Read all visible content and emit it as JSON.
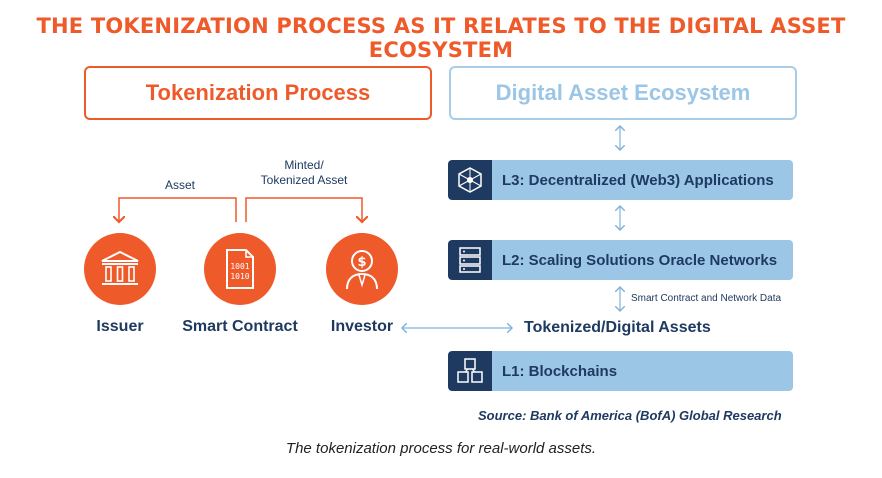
{
  "title": "THE TOKENIZATION PROCESS AS IT RELATES TO THE DIGITAL ASSET ECOSYSTEM",
  "left_header": "Tokenization Process",
  "right_header": "Digital Asset Ecosystem",
  "flow": {
    "asset_label": "Asset",
    "minted_label_line1": "Minted/",
    "minted_label_line2": "Tokenized Asset",
    "nodes": [
      "Issuer",
      "Smart Contract",
      "Investor"
    ]
  },
  "layers": {
    "l3": "L3: Decentralized (Web3) Applications",
    "l2": "L2: Scaling Solutions Oracle Networks",
    "l1": "L1: Blockchains"
  },
  "smart_contract_data_label": "Smart Contract and Network Data",
  "tokenized_assets_label": "Tokenized/Digital Assets",
  "source": "Source: Bank of America (BofA) Global Research",
  "caption": "The tokenization process for real-world assets.",
  "colors": {
    "orange": "#ef5a2a",
    "light_blue": "#9cc6e6",
    "navy": "#1f3a60"
  },
  "icons": {
    "issuer": "bank-icon",
    "smart_contract": "binary-document-icon",
    "investor": "investor-icon",
    "l3": "network-icon",
    "l2": "server-icon",
    "l1": "blocks-icon"
  }
}
